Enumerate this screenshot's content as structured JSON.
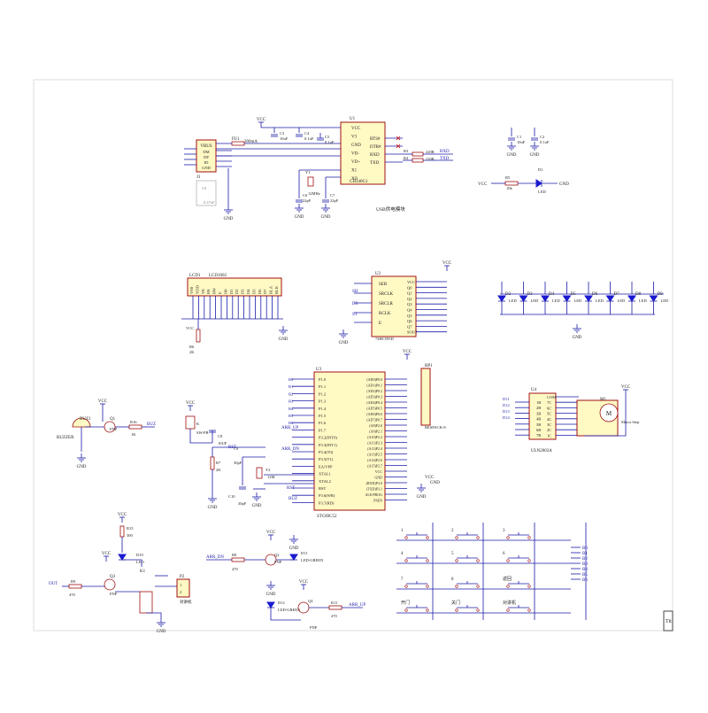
{
  "colors": {
    "wire": "#1a1aa8",
    "part": "#a01010",
    "body": "#fff9c4",
    "label": "#222222",
    "pin": "#8b0000",
    "led": "#1a1ad0"
  },
  "usb": {
    "conn": "VBUS",
    "conn_pins": [
      "DM",
      "DP",
      "ID",
      "GND"
    ],
    "conn_ref": "J1",
    "fuse_ref": "FU1",
    "fuse_val": "300mA",
    "ic_ref": "U1",
    "ic_name": "CH340G1",
    "ic_pins_l": [
      "VCC",
      "V3",
      "GND",
      "VD-",
      "VD+",
      "X1",
      "XO"
    ],
    "ic_pins_r": [
      "RTS#",
      "DTR#",
      "RXD",
      "TXD"
    ],
    "c3": "C3",
    "c3v": "10uF",
    "c4": "C4",
    "c4v": "0.1uF",
    "c5": "C5",
    "c5v": "0.1uF",
    "y1": "Y1",
    "y1v": "12MHz",
    "c6": "C6",
    "c6v": "22pF",
    "c7": "C7",
    "c7v": "22pF",
    "r3": "R3",
    "r3v": "220R",
    "r4": "R4",
    "r4v": "220R",
    "caption": "USB供电模块",
    "c0": "C0",
    "c0v": "0.47uF"
  },
  "power": {
    "c1": "C1",
    "c1v": "10uF",
    "c2": "C2",
    "c2v": "0.1uF",
    "r5": "R5",
    "r5v": "10k",
    "d1": "D1",
    "d1v": "LED"
  },
  "lcd": {
    "ref": "LCD1",
    "name": "LCD1602",
    "pins": [
      "VSS",
      "VDD",
      "V0",
      "RS",
      "RW",
      "E",
      "D0",
      "D1",
      "D2",
      "D3",
      "D4",
      "D5",
      "D6",
      "D7",
      "BLA",
      "BLK"
    ],
    "r6": "R6",
    "r6v": "2K"
  },
  "shift": {
    "ref": "U2",
    "name": "74HC595D",
    "pins_l": [
      "SER",
      "SRCLK",
      "SRCLR",
      "RCLK",
      "E"
    ],
    "pins_r": [
      "VCC",
      "Q0",
      "Q1",
      "Q2",
      "Q3",
      "Q4",
      "Q5",
      "Q6",
      "Q7",
      "SOUT"
    ],
    "sh": "SH",
    "ds": "DS",
    "st": "ST"
  },
  "leds": {
    "refs": [
      "D2",
      "D3",
      "D4",
      "D5",
      "D6",
      "D7",
      "D8",
      "D9"
    ],
    "val": "LED"
  },
  "mcu": {
    "ref": "U3",
    "name": "STC89C52",
    "pins_l": [
      "P1.0",
      "P1.1",
      "P1.2",
      "P1.3",
      "P1.4",
      "P1.5",
      "P1.6",
      "P1.7",
      "P3.2(INT0)",
      "P3.3(INT1)",
      "P3.4(T0)",
      "P3.5(T1)",
      "EA/VPP",
      "XTAL1",
      "XTAL2",
      "RST",
      "P3.6(WR)",
      "P3.7(RD)"
    ],
    "pins_r": [
      "(AD0)P0.0",
      "(AD1)P0.1",
      "(AD2)P0.2",
      "(AD3)P0.3",
      "(AD4)P0.4",
      "(AD5)P0.5",
      "(AD6)P0.6",
      "(AD7)P0.7",
      "(A8)P2.0",
      "(A9)P2.1",
      "(A10)P2.2",
      "(A11)P2.3",
      "(A12)P2.4",
      "(A13)P2.5",
      "(A14)P2.6",
      "(A15)P2.7",
      "VCC",
      "GND",
      "(RXD)P3.0",
      "(TXD)P3.1",
      "ALE/PROG",
      "PSEN"
    ],
    "b_nets": [
      "B0",
      "B1",
      "B2",
      "B3",
      "B4",
      "B5",
      "B6"
    ],
    "arr_up": "ARR_UP",
    "arr_dn": "ARR_DN",
    "rst": "RST",
    "buz": "BUZ",
    "rp": "RP1",
    "rpv": "RESPACK-8",
    "c9": "C9",
    "c9v": "30pF",
    "c10": "C10",
    "c10v": "30pF",
    "y2": "Y2",
    "y2v": "12M",
    "c8": "C8",
    "c8v": "10UF",
    "r7": "R7",
    "r7v": "2K",
    "sw": "SW-PB",
    "k": "K"
  },
  "motor": {
    "ref": "U4",
    "name": "ULN2003A",
    "pins_l": [
      "1B",
      "2B",
      "3B",
      "4B",
      "5B",
      "6B",
      "7B"
    ],
    "pins_r": [
      "COM",
      "7C",
      "6C",
      "5C",
      "4C",
      "3C",
      "2C",
      "1C"
    ],
    "nets": [
      "D11",
      "D12",
      "D13",
      "D14"
    ],
    "m": "M1",
    "mv": "Motor Step",
    "mlbl": "M"
  },
  "buzzer": {
    "ref": "BUZ1",
    "name": "BUZZER",
    "q": "Q1",
    "qv": "PNP",
    "r": "R16",
    "rv": "1K",
    "net": "BUZ"
  },
  "relay": {
    "r15": "R15",
    "r15v": "300",
    "d10": "D10",
    "d10v": "LED",
    "q3": "Q3",
    "q3v": "PNP",
    "r9": "R9",
    "r9v": "470",
    "out": "OUT",
    "k1": "K1",
    "p2": "P2",
    "p2v": "对讲机"
  },
  "drive": {
    "r8": "R8",
    "r8v": "470",
    "q2": "Q2",
    "q2v": "PNP",
    "d11": "D11",
    "d11v": "LED-GREEN",
    "d12": "D12",
    "d12v": "LED-GREEN",
    "q4": "Q4",
    "q4v": "PNP",
    "r11": "R11",
    "r11v": "470"
  },
  "keypad": {
    "labels": [
      "1",
      "2",
      "3",
      "4",
      "5",
      "6",
      "7",
      "8",
      "返回",
      "开门",
      "关门",
      "对讲机"
    ],
    "nets": [
      "B0",
      "B1",
      "B2",
      "B3",
      "B4",
      "B5",
      "B6"
    ]
  },
  "common": {
    "vcc": "VCC",
    "gnd": "GND"
  },
  "corner": "Tit"
}
